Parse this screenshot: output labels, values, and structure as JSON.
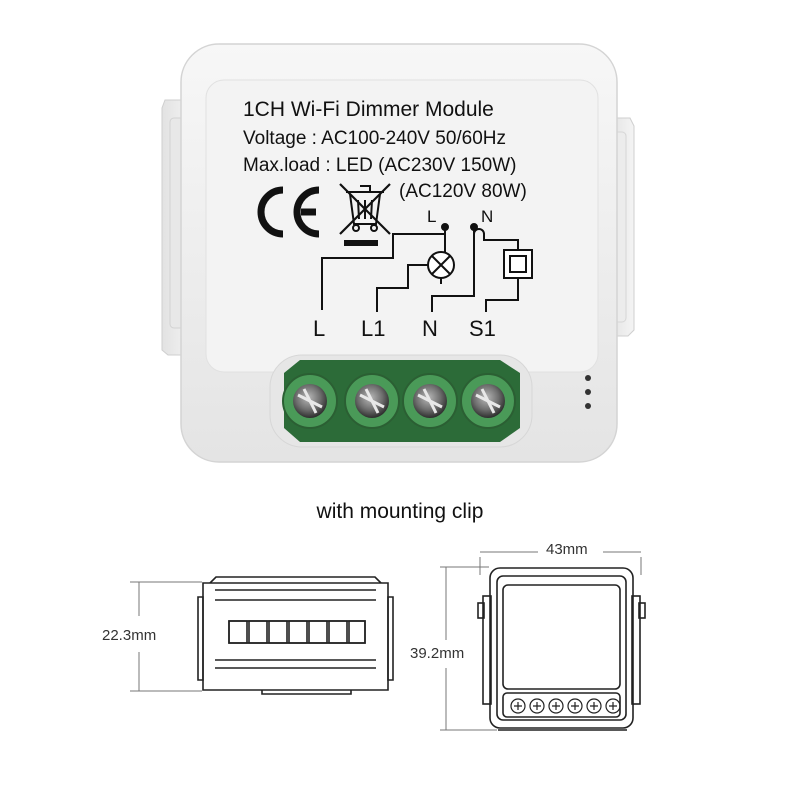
{
  "module": {
    "title": "1CH Wi-Fi Dimmer Module",
    "voltage": "Voltage : AC100-240V 50/60Hz",
    "max_load": "Max.load : LED (AC230V 150W)",
    "max_load_2": "(AC120V 80W)",
    "ce_mark": "CE",
    "wiring_top": {
      "l": "L",
      "n": "N"
    },
    "terminals": [
      "L",
      "L1",
      "N",
      "S1"
    ]
  },
  "caption": "with mounting clip",
  "dimensions": {
    "height": "22.3mm",
    "width": "43mm",
    "depth": "39.2mm"
  },
  "colors": {
    "housing": "#f1f1f1",
    "terminal_green": "#3f8a4f",
    "outline": "#222222"
  },
  "icons": [
    "ce-mark-icon",
    "weee-bin-icon",
    "lamp-icon",
    "dimmer-box-icon",
    "screw-terminal-icon"
  ]
}
